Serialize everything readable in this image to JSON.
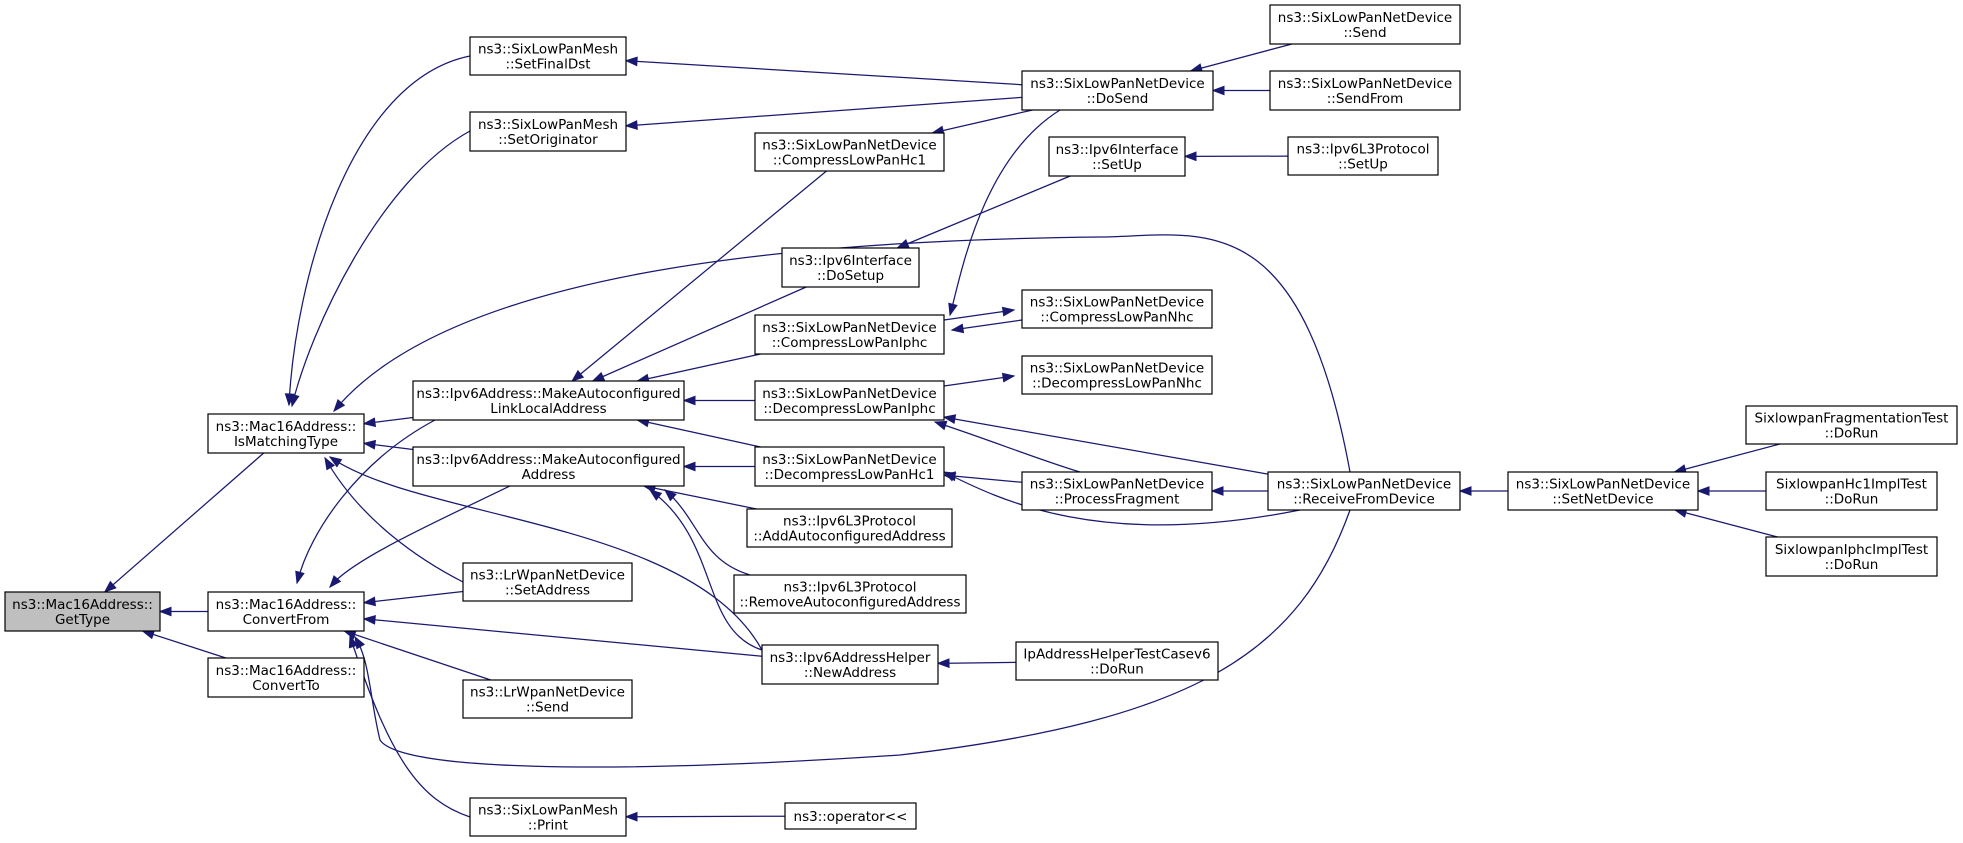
{
  "graph": {
    "edge_color": "#191970",
    "focus_fill": "#bfbfbf",
    "nodes": [
      {
        "id": "getType",
        "lines": [
          "ns3::Mac16Address::",
          "GetType"
        ],
        "focus": true
      },
      {
        "id": "isMatchingType",
        "lines": [
          "ns3::Mac16Address::",
          "IsMatchingType"
        ]
      },
      {
        "id": "convertFrom",
        "lines": [
          "ns3::Mac16Address::",
          "ConvertFrom"
        ]
      },
      {
        "id": "convertTo",
        "lines": [
          "ns3::Mac16Address::",
          "ConvertTo"
        ]
      },
      {
        "id": "meshSetFinalDst",
        "lines": [
          "ns3::SixLowPanMesh",
          "::SetFinalDst"
        ]
      },
      {
        "id": "meshSetOriginator",
        "lines": [
          "ns3::SixLowPanMesh",
          "::SetOriginator"
        ]
      },
      {
        "id": "makeLinkLocal",
        "lines": [
          "ns3::Ipv6Address::MakeAutoconfigured",
          "LinkLocalAddress"
        ]
      },
      {
        "id": "makeAddress",
        "lines": [
          "ns3::Ipv6Address::MakeAutoconfigured",
          "Address"
        ]
      },
      {
        "id": "lrSetAddress",
        "lines": [
          "ns3::LrWpanNetDevice",
          "::SetAddress"
        ]
      },
      {
        "id": "lrSend",
        "lines": [
          "ns3::LrWpanNetDevice",
          "::Send"
        ]
      },
      {
        "id": "meshPrint",
        "lines": [
          "ns3::SixLowPanMesh",
          "::Print"
        ]
      },
      {
        "id": "compressHc1",
        "lines": [
          "ns3::SixLowPanNetDevice",
          "::CompressLowPanHc1"
        ]
      },
      {
        "id": "ipv6IfDoSetup",
        "lines": [
          "ns3::Ipv6Interface",
          "::DoSetup"
        ]
      },
      {
        "id": "compressIphc",
        "lines": [
          "ns3::SixLowPanNetDevice",
          "::CompressLowPanIphc"
        ]
      },
      {
        "id": "decompressIphc",
        "lines": [
          "ns3::SixLowPanNetDevice",
          "::DecompressLowPanIphc"
        ]
      },
      {
        "id": "decompressHc1",
        "lines": [
          "ns3::SixLowPanNetDevice",
          "::DecompressLowPanHc1"
        ]
      },
      {
        "id": "l3AddAuto",
        "lines": [
          "ns3::Ipv6L3Protocol",
          "::AddAutoconfiguredAddress"
        ]
      },
      {
        "id": "l3RemoveAuto",
        "lines": [
          "ns3::Ipv6L3Protocol",
          "::RemoveAutoconfiguredAddress"
        ]
      },
      {
        "id": "helperNewAddress",
        "lines": [
          "ns3::Ipv6AddressHelper",
          "::NewAddress"
        ]
      },
      {
        "id": "operatorShift",
        "lines": [
          "ns3::operator<<"
        ]
      },
      {
        "id": "doSend",
        "lines": [
          "ns3::SixLowPanNetDevice",
          "::DoSend"
        ]
      },
      {
        "id": "ipv6IfSetUp",
        "lines": [
          "ns3::Ipv6Interface",
          "::SetUp"
        ]
      },
      {
        "id": "compressNhc",
        "lines": [
          "ns3::SixLowPanNetDevice",
          "::CompressLowPanNhc"
        ]
      },
      {
        "id": "decompressNhc",
        "lines": [
          "ns3::SixLowPanNetDevice",
          "::DecompressLowPanNhc"
        ]
      },
      {
        "id": "processFragment",
        "lines": [
          "ns3::SixLowPanNetDevice",
          "::ProcessFragment"
        ]
      },
      {
        "id": "helperTestDoRun",
        "lines": [
          "IpAddressHelperTestCasev6",
          "::DoRun"
        ]
      },
      {
        "id": "devSend",
        "lines": [
          "ns3::SixLowPanNetDevice",
          "::Send"
        ]
      },
      {
        "id": "devSendFrom",
        "lines": [
          "ns3::SixLowPanNetDevice",
          "::SendFrom"
        ]
      },
      {
        "id": "l3SetUp",
        "lines": [
          "ns3::Ipv6L3Protocol",
          "::SetUp"
        ]
      },
      {
        "id": "receiveFromDevice",
        "lines": [
          "ns3::SixLowPanNetDevice",
          "::ReceiveFromDevice"
        ]
      },
      {
        "id": "setNetDevice",
        "lines": [
          "ns3::SixLowPanNetDevice",
          "::SetNetDevice"
        ]
      },
      {
        "id": "fragTestDoRun",
        "lines": [
          "SixlowpanFragmentationTest",
          "::DoRun"
        ]
      },
      {
        "id": "hc1TestDoRun",
        "lines": [
          "SixlowpanHc1ImplTest",
          "::DoRun"
        ]
      },
      {
        "id": "iphcTestDoRun",
        "lines": [
          "SixlowpanIphcImplTest",
          "::DoRun"
        ]
      }
    ],
    "edges": [
      {
        "from": "isMatchingType",
        "to": "getType"
      },
      {
        "from": "convertFrom",
        "to": "getType"
      },
      {
        "from": "convertTo",
        "to": "getType"
      },
      {
        "from": "meshSetFinalDst",
        "to": "isMatchingType"
      },
      {
        "from": "meshSetOriginator",
        "to": "isMatchingType"
      },
      {
        "from": "receiveFromDevice",
        "to": "isMatchingType"
      },
      {
        "from": "makeLinkLocal",
        "to": "isMatchingType"
      },
      {
        "from": "makeAddress",
        "to": "isMatchingType"
      },
      {
        "from": "lrSetAddress",
        "to": "isMatchingType"
      },
      {
        "from": "helperNewAddress",
        "to": "isMatchingType"
      },
      {
        "from": "makeLinkLocal",
        "to": "convertFrom"
      },
      {
        "from": "makeAddress",
        "to": "convertFrom"
      },
      {
        "from": "lrSetAddress",
        "to": "convertFrom"
      },
      {
        "from": "helperNewAddress",
        "to": "convertFrom"
      },
      {
        "from": "lrSend",
        "to": "convertFrom"
      },
      {
        "from": "meshPrint",
        "to": "convertFrom"
      },
      {
        "from": "receiveFromDevice",
        "to": "convertFrom"
      },
      {
        "from": "doSend",
        "to": "meshSetFinalDst"
      },
      {
        "from": "doSend",
        "to": "meshSetOriginator"
      },
      {
        "from": "compressHc1",
        "to": "makeLinkLocal"
      },
      {
        "from": "ipv6IfDoSetup",
        "to": "makeLinkLocal"
      },
      {
        "from": "compressIphc",
        "to": "makeLinkLocal"
      },
      {
        "from": "decompressIphc",
        "to": "makeLinkLocal"
      },
      {
        "from": "decompressHc1",
        "to": "makeLinkLocal"
      },
      {
        "from": "decompressHc1",
        "to": "makeAddress"
      },
      {
        "from": "l3AddAuto",
        "to": "makeAddress"
      },
      {
        "from": "l3RemoveAuto",
        "to": "makeAddress"
      },
      {
        "from": "helperNewAddress",
        "to": "makeAddress"
      },
      {
        "from": "operatorShift",
        "to": "meshPrint"
      },
      {
        "from": "doSend",
        "to": "compressHc1"
      },
      {
        "from": "ipv6IfSetUp",
        "to": "ipv6IfDoSetup"
      },
      {
        "from": "doSend",
        "to": "compressIphc"
      },
      {
        "from": "compressNhc",
        "to": "compressIphc"
      },
      {
        "from": "receiveFromDevice",
        "to": "decompressIphc"
      },
      {
        "from": "processFragment",
        "to": "decompressIphc"
      },
      {
        "from": "receiveFromDevice",
        "to": "decompressHc1"
      },
      {
        "from": "processFragment",
        "to": "decompressHc1"
      },
      {
        "from": "helperTestDoRun",
        "to": "helperNewAddress"
      },
      {
        "from": "devSend",
        "to": "doSend"
      },
      {
        "from": "devSendFrom",
        "to": "doSend"
      },
      {
        "from": "l3SetUp",
        "to": "ipv6IfSetUp"
      },
      {
        "from": "compressIphc",
        "to": "compressNhc"
      },
      {
        "from": "decompressIphc",
        "to": "decompressNhc"
      },
      {
        "from": "receiveFromDevice",
        "to": "processFragment"
      },
      {
        "from": "setNetDevice",
        "to": "receiveFromDevice"
      },
      {
        "from": "fragTestDoRun",
        "to": "setNetDevice"
      },
      {
        "from": "hc1TestDoRun",
        "to": "setNetDevice"
      },
      {
        "from": "iphcTestDoRun",
        "to": "setNetDevice"
      }
    ]
  }
}
